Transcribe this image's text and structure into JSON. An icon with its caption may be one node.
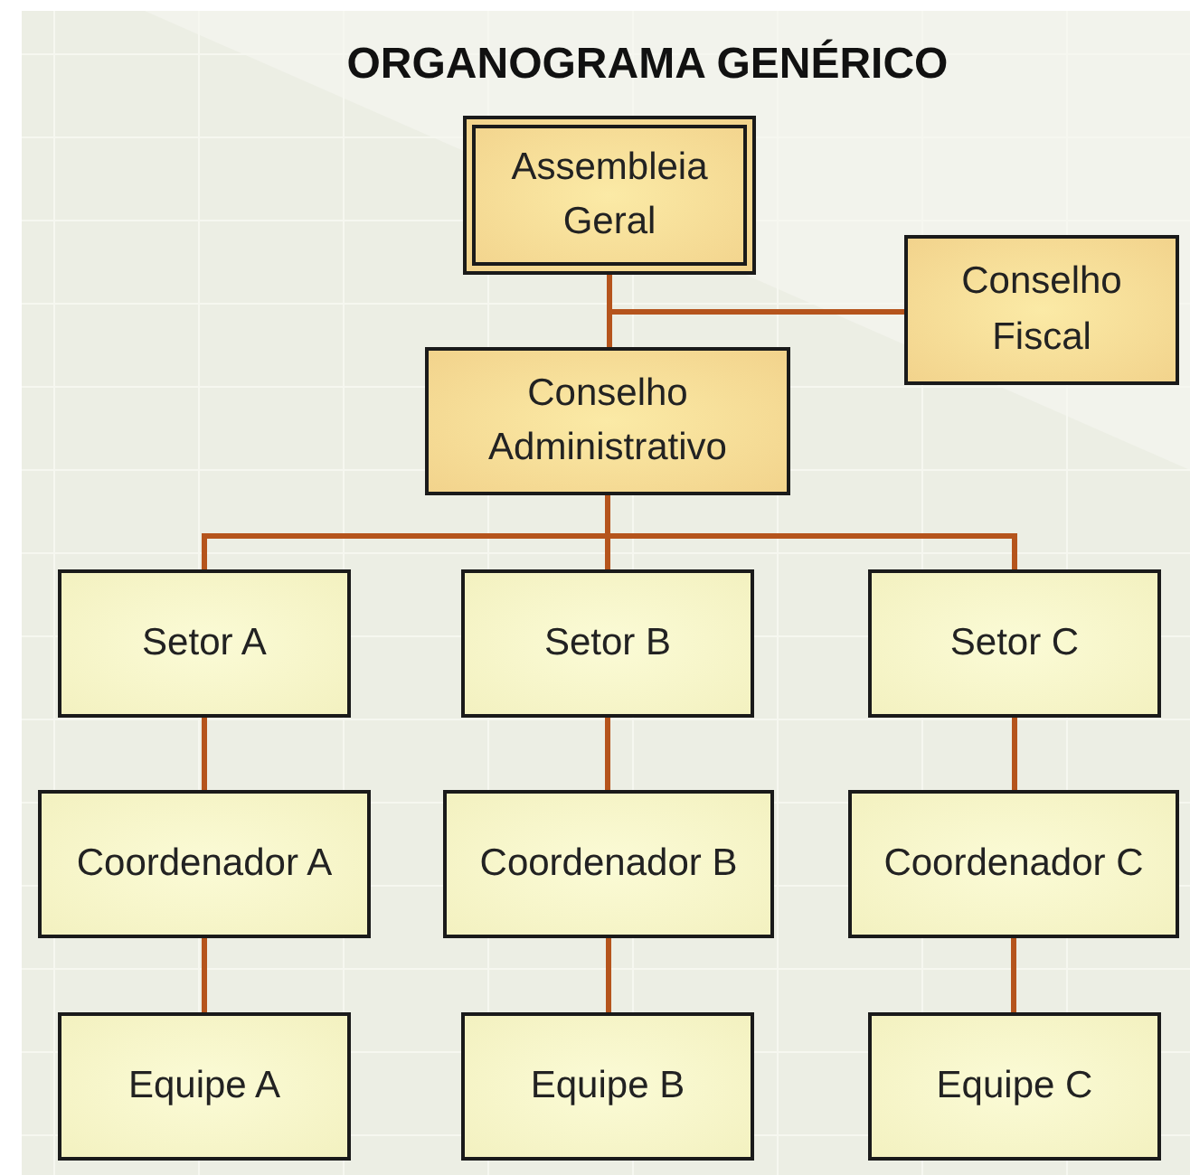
{
  "diagram": {
    "title": "ORGANOGRAMA GENÉRICO",
    "nodes": [
      {
        "text": [
          "Assembleia Geral"
        ]
      },
      {
        "text": [
          "Conselho Fiscal"
        ]
      },
      {
        "text": [
          "Conselho Administrativo"
        ]
      },
      {
        "text": [
          "Setor A"
        ]
      },
      {
        "text": [
          "Setor B"
        ]
      },
      {
        "text": [
          "Setor C"
        ]
      },
      {
        "text": [
          "Coordenador A"
        ]
      },
      {
        "text": [
          "Coordenador B"
        ]
      },
      {
        "text": [
          "Coordenador C"
        ]
      },
      {
        "text": [
          "Equipe A"
        ]
      },
      {
        "text": [
          "Equipe B"
        ]
      },
      {
        "text": [
          "Equipe C"
        ]
      }
    ],
    "edges": [
      {
        "from": 0,
        "to": 1,
        "arrow": "none"
      },
      {
        "from": 0,
        "to": 2,
        "arrow": "none"
      },
      {
        "from": 2,
        "to": 3,
        "arrow": "none"
      },
      {
        "from": 2,
        "to": 4,
        "arrow": "none"
      },
      {
        "from": 2,
        "to": 5,
        "arrow": "none"
      },
      {
        "from": 3,
        "to": 6,
        "arrow": "none"
      },
      {
        "from": 4,
        "to": 7,
        "arrow": "none"
      },
      {
        "from": 5,
        "to": 8,
        "arrow": "none"
      },
      {
        "from": 6,
        "to": 9,
        "arrow": "none"
      },
      {
        "from": 7,
        "to": 10,
        "arrow": "none"
      },
      {
        "from": 8,
        "to": 11,
        "arrow": "none"
      }
    ]
  }
}
